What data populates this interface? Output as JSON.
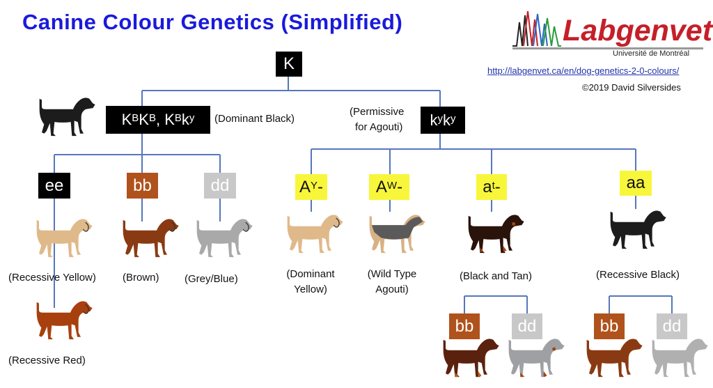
{
  "title": "Canine Colour Genetics (Simplified)",
  "logo": {
    "name": "Labgenvet",
    "subtitle": "Université de Montréal"
  },
  "link": "http://labgenvet.ca/en/dog-genetics-2-0-colours/",
  "copyright": "©2019 David Silversides",
  "colors": {
    "title": "#1a1adc",
    "connector": "#5577bb",
    "box_black": "#000000",
    "box_brown": "#b0521c",
    "box_grey": "#c8c8c8",
    "box_yellow": "#f8f63a"
  },
  "root": {
    "label": "K"
  },
  "dominant_black": {
    "base1": "K",
    "sup1": "B",
    "base2": "K",
    "sup2": "B",
    "sep": ", ",
    "base3": "K",
    "sup3": "B",
    "base4": "k",
    "sup4": "y",
    "label": "(Dominant Black)"
  },
  "permissive": {
    "base1": "k",
    "sup1": "y",
    "base2": "k",
    "sup2": "y",
    "label_line1": "(Permissive",
    "label_line2": "for  Agouti)"
  },
  "left_genes": {
    "ee": {
      "box": "ee",
      "label": "(Recessive Yellow)",
      "label2": "(Recessive Red)"
    },
    "bb": {
      "box": "bb",
      "label": "(Brown)"
    },
    "dd": {
      "box": "dd",
      "label": "(Grey/Blue)"
    }
  },
  "agouti": {
    "ay": {
      "base": "A",
      "sup": "Y",
      "suffix": "-",
      "label_line1": "(Dominant",
      "label_line2": "Yellow)"
    },
    "aw": {
      "base": "A",
      "sup": "W",
      "suffix": "-",
      "label_line1": "(Wild Type",
      "label_line2": "Agouti)"
    },
    "at": {
      "base": "a",
      "sup": "t",
      "suffix": "-",
      "label": "(Black and Tan)",
      "sub_bb": "bb",
      "sub_dd": "dd"
    },
    "aa": {
      "box": "aa",
      "label": "(Recessive Black)",
      "sub_bb": "bb",
      "sub_dd": "dd"
    }
  },
  "dog_icons": [
    "dog-black-icon",
    "dog-yellow-icon",
    "dog-brown-icon",
    "dog-grey-icon",
    "dog-red-icon",
    "dog-agouti-icon",
    "dog-black-and-tan-icon"
  ]
}
